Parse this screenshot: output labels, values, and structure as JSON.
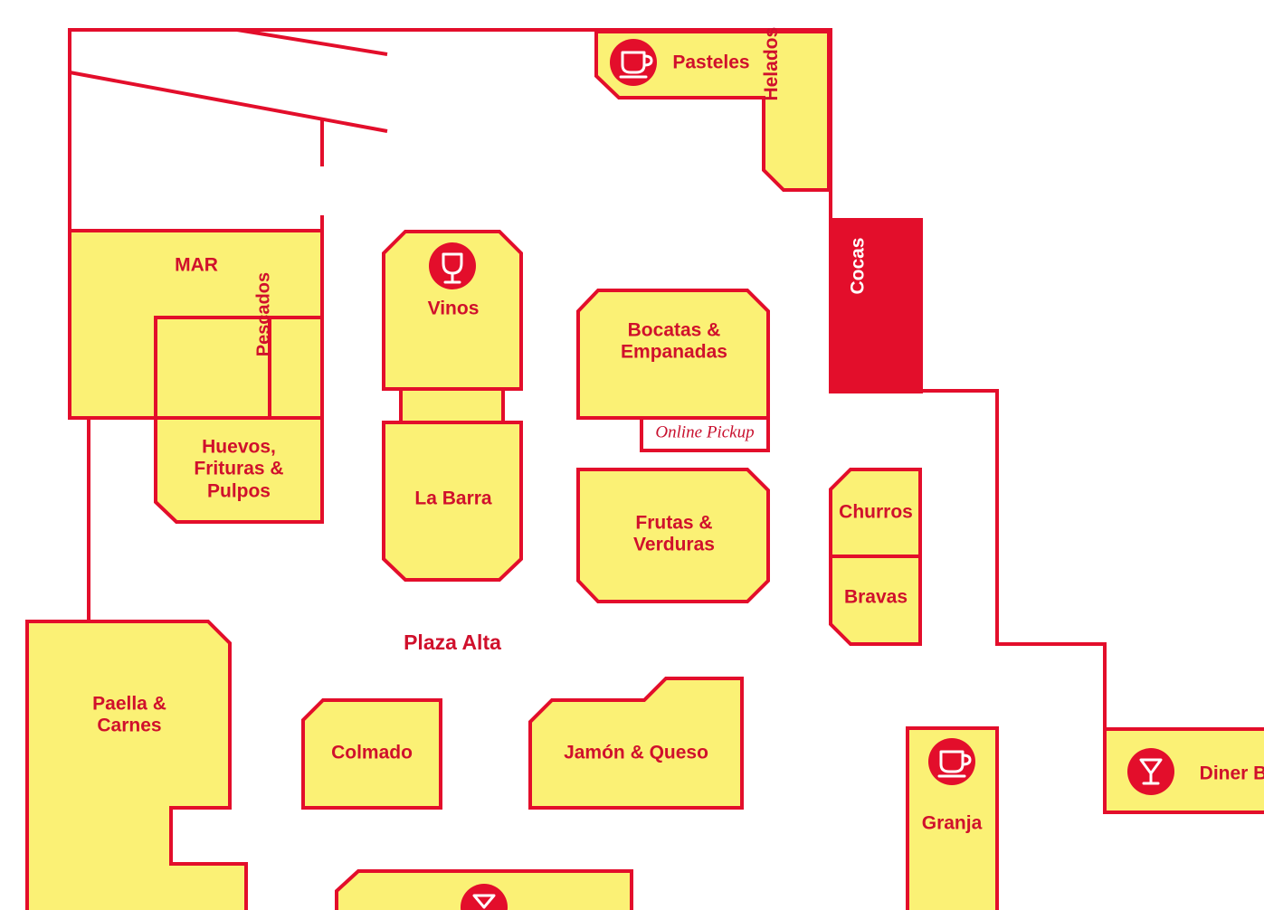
{
  "map": {
    "area_label": "Plaza Alta",
    "colors": {
      "accent": "#e30e2b",
      "stall_fill": "#fbf175",
      "background": "#ffffff"
    },
    "stalls": {
      "pasteles": "Pasteles",
      "helados": "Helados",
      "cocas": "Cocas",
      "mar": "MAR",
      "pescados": "Pescados",
      "vinos": "Vinos",
      "bocatas_line1": "Bocatas &",
      "bocatas_line2": "Empanadas",
      "online_pickup": "Online Pickup",
      "huevos_line1": "Huevos,",
      "huevos_line2": "Frituras &",
      "huevos_line3": "Pulpos",
      "la_barra": "La Barra",
      "frutas_line1": "Frutas &",
      "frutas_line2": "Verduras",
      "churros": "Churros",
      "bravas": "Bravas",
      "paella_line1": "Paella &",
      "paella_line2": "Carnes",
      "colmado": "Colmado",
      "jamon_queso": "Jamón & Queso",
      "granja": "Granja",
      "diner_bar": "Diner B"
    },
    "icons": [
      "coffee-cup-icon",
      "wine-glass-icon",
      "coffee-cup-icon",
      "cocktail-glass-icon",
      "cocktail-glass-icon"
    ]
  }
}
